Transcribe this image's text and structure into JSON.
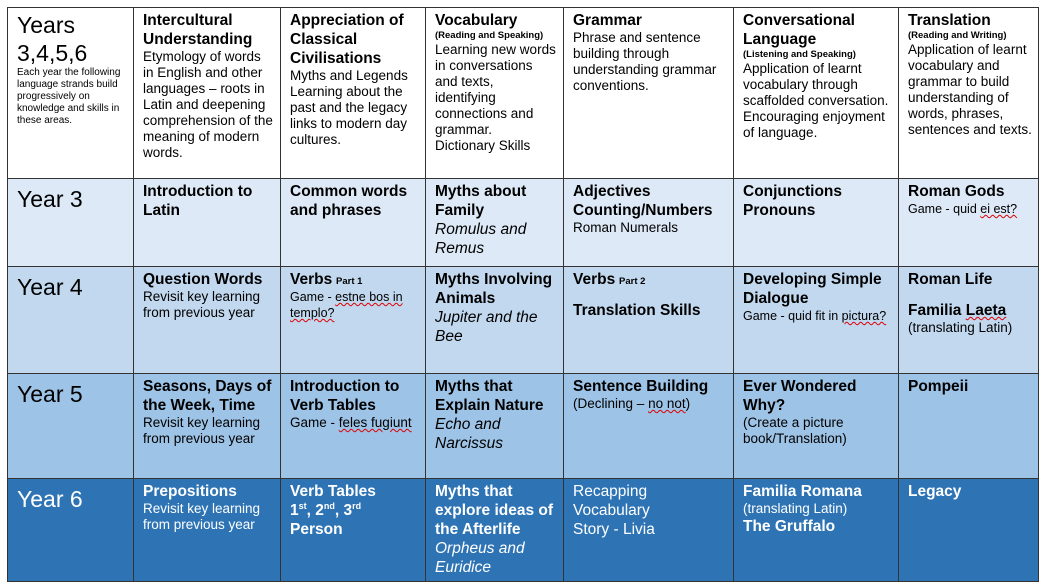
{
  "header": {
    "years_title": "Years",
    "years_list": "3,4,5,6",
    "years_note": "Each year the following language strands build progressively on knowledge and skills in these areas.",
    "intercultural": {
      "title": "Intercultural Understanding",
      "desc": "Etymology of words in English and other languages – roots in Latin and deepening comprehension of the meaning of modern words."
    },
    "classical": {
      "title": "Appreciation of Classical Civilisations",
      "desc": "Myths and Legends Learning about the past and the legacy links to modern day cultures."
    },
    "vocabulary": {
      "title": "Vocabulary",
      "sub": "(Reading and Speaking)",
      "desc": "Learning new words in conversations and texts, identifying connections and grammar.",
      "extra": "Dictionary Skills"
    },
    "grammar": {
      "title": "Grammar",
      "desc": "Phrase and sentence building through understanding grammar conventions."
    },
    "conversational": {
      "title": "Conversational Language",
      "sub": "(Listening and Speaking)",
      "desc": "Application of learnt vocabulary through scaffolded conversation. Encouraging enjoyment of language."
    },
    "translation": {
      "title": "Translation",
      "sub": "(Reading and Writing)",
      "desc": "Application of learnt vocabulary and grammar to build understanding of words, phrases, sentences and texts."
    }
  },
  "y3": {
    "label": "Year 3",
    "c1": "Introduction to Latin",
    "c2": "Common words and phrases",
    "c3": "Myths about Family",
    "c3i": "Romulus and Remus",
    "c4": "Adjectives Counting/Numbers",
    "c4n": "Roman Numerals",
    "c5": "Conjunctions Pronouns",
    "c6": "Roman Gods",
    "c6n": "Game - quid",
    "c6sq": "ei est?"
  },
  "y4": {
    "label": "Year 4",
    "c1": "Question Words",
    "c1n": "Revisit key learning from previous year",
    "c2": "Verbs",
    "c2p": "Part 1",
    "c2n": "Game -",
    "c2sq": "estne bos in templo?",
    "c3": "Myths Involving Animals",
    "c3i": "Jupiter and the Bee",
    "c4": "Verbs",
    "c4p": "Part 2",
    "c4b": "Translation Skills",
    "c5": "Developing Simple Dialogue",
    "c5n": "Game - quid fit in",
    "c5sq": "pictura?",
    "c6": "Roman Life",
    "c6b": "Familia",
    "c6sq": "Laeta",
    "c6n": "(translating Latin)"
  },
  "y5": {
    "label": "Year 5",
    "c1": "Seasons, Days of the Week, Time",
    "c1n": "Revisit key learning from previous year",
    "c2": "Introduction to Verb Tables",
    "c2n": "Game -",
    "c2sq": "feles fugiunt",
    "c3": "Myths that Explain Nature",
    "c3i": "Echo and Narcissus",
    "c4": "Sentence Building",
    "c4n": "(Declining –",
    "c4sq": "no not",
    "c4e": ")",
    "c5": "Ever Wondered Why?",
    "c5n": "(Create a picture book/Translation)",
    "c6": "Pompeii"
  },
  "y6": {
    "label": "Year 6",
    "c1": "Prepositions",
    "c1n": "Revisit key learning from previous year",
    "c2": "Verb Tables",
    "c2a": "1",
    "c2as": "st",
    "c2b": "2",
    "c2bs": "nd",
    "c2c": "3",
    "c2cs": "rd",
    "c2d": "Person",
    "c3": "Myths that explore ideas of the Afterlife",
    "c3i": "Orpheus and Euridice",
    "c4": "Recapping Vocabulary Story - Livia",
    "c5": "Familia Romana",
    "c5n": "(translating Latin)",
    "c5b": "The Gruffalo",
    "c6": "Legacy"
  },
  "colors": {
    "year3": "#dde9f6",
    "year4": "#c2d8ef",
    "year5": "#9dc3e6",
    "year6": "#2e74b5"
  }
}
